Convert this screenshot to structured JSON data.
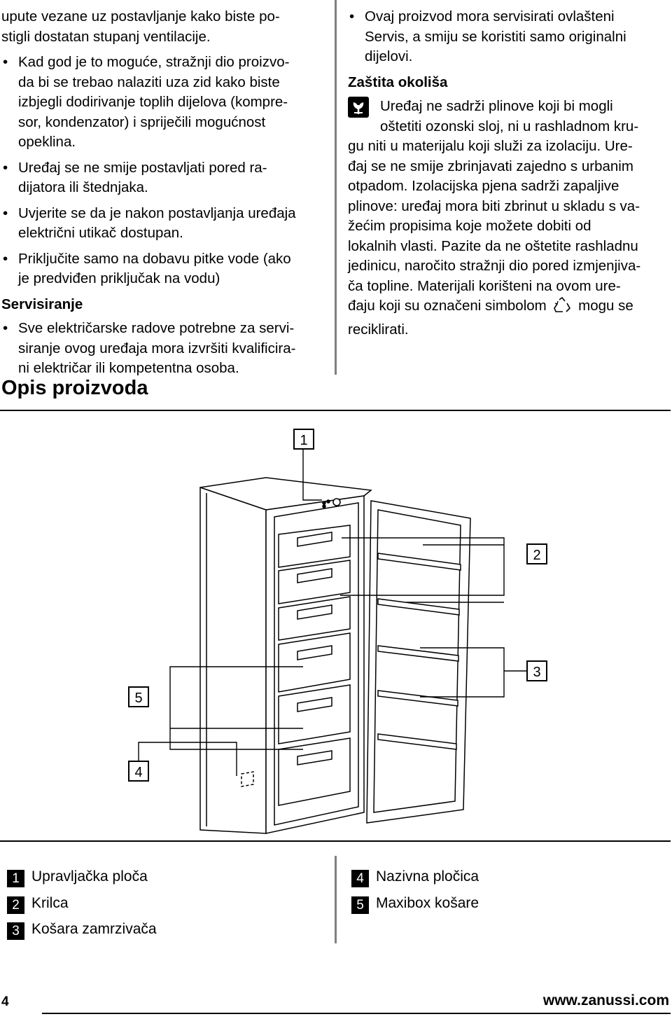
{
  "left": {
    "intro": [
      "upute vezane uz postavljanje kako biste po-",
      "stigli dostatan stupanj ventilacije."
    ],
    "bullets": [
      [
        "Kad god je to moguće, stražnji dio proizvo-",
        "da bi se trebao nalaziti uza zid kako biste",
        "izbjegli dodirivanje toplih dijelova (kompre-",
        "sor, kondenzator) i spriječili mogućnost",
        "opeklina."
      ],
      [
        "Uređaj se ne smije postavljati pored ra-",
        "dijatora ili štednjaka."
      ],
      [
        "Uvjerite se da je nakon postavljanja uređaja",
        "električni utikač dostupan."
      ],
      [
        "Priključite samo na dobavu pitke vode (ako",
        "je predviđen priključak na vodu)"
      ]
    ],
    "service_heading": "Servisiranje",
    "service_bullets": [
      [
        "Sve električarske radove potrebne za servi-",
        "siranje ovog uređaja mora izvršiti kvalificira-",
        "ni električar ili kompetentna osoba."
      ]
    ]
  },
  "right": {
    "bullets": [
      [
        "Ovaj proizvod mora servisirati ovlašteni",
        "Servis, a smiju se koristiti samo originalni",
        "dijelovi."
      ]
    ],
    "env_heading": "Zaštita okoliša",
    "env_lines": [
      "Uređaj ne sadrži plinove koji bi mogli",
      "oštetiti ozonski sloj, ni u rashladnom kru-",
      "gu niti u materijalu koji služi za izolaciju. Ure-",
      "đaj se ne smije zbrinjavati zajedno s urbanim",
      "otpadom. Izolacijska pjena sadrži zapaljive",
      "plinove: uređaj mora biti zbrinut u skladu s va-",
      "žećim propisima koje možete dobiti od",
      "lokalnih vlasti. Pazite da ne oštetite rashladnu",
      "jedinicu, naročito stražnji dio pored izmjenjiva-",
      "ča topline. Materijali korišteni na ovom ure-"
    ],
    "env_last_before": "đaju koji su označeni simbolom",
    "env_last_after": "mogu se",
    "env_final": "reciklirati."
  },
  "section_title": "Opis proizvoda",
  "callouts": [
    "1",
    "2",
    "3",
    "4",
    "5"
  ],
  "legend": {
    "left": [
      {
        "num": "1",
        "label": "Upravljačka ploča"
      },
      {
        "num": "2",
        "label": "Krilca"
      },
      {
        "num": "3",
        "label": "Košara zamrzivača"
      }
    ],
    "right": [
      {
        "num": "4",
        "label": "Nazivna pločica"
      },
      {
        "num": "5",
        "label": "Maxibox košare"
      }
    ]
  },
  "footer": {
    "page": "4",
    "site": "www.zanussi.com"
  },
  "icons": [
    "environment-icon",
    "recycle-icon"
  ]
}
